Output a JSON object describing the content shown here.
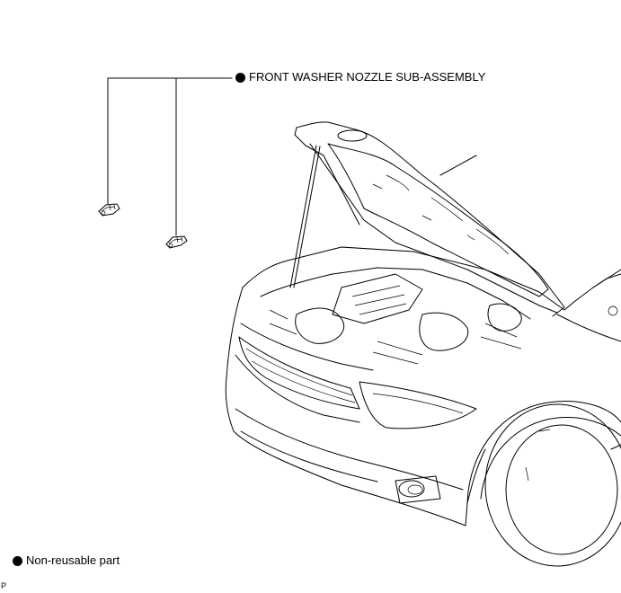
{
  "callout": {
    "label": "FRONT WASHER NOZZLE SUB-ASSEMBLY"
  },
  "legend": {
    "label": "Non-reusable part"
  },
  "figure_code": "P",
  "icons": {
    "non_reusable_marker": "filled-circle"
  }
}
